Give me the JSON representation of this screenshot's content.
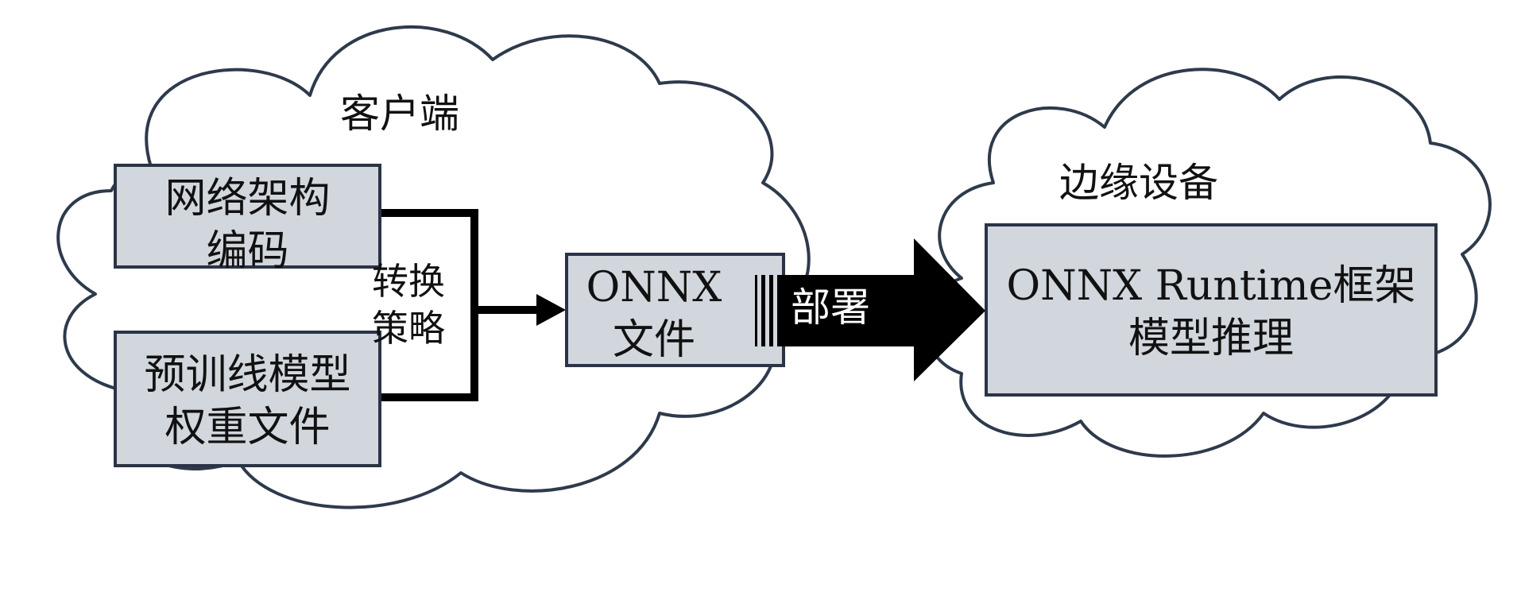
{
  "clouds": {
    "client": {
      "title": "客户端"
    },
    "edge": {
      "title": "边缘设备"
    }
  },
  "boxes": {
    "network": {
      "line1": "网络架构",
      "line2": "编码"
    },
    "weights": {
      "line1": "预训线模型",
      "line2": "权重文件"
    },
    "onnx_file": {
      "line1": "ONNX",
      "line2": "文件"
    },
    "runtime": {
      "line1": "ONNX Runtime框架",
      "line2": "模型推理"
    }
  },
  "connector": {
    "line1": "转换",
    "line2": "策略"
  },
  "deploy_arrow": {
    "label": "部署"
  },
  "colors": {
    "cloud_stroke": "#2e3a4c",
    "box_fill": "#d2d6dd",
    "box_stroke": "#2a3446",
    "arrow_fill": "#000000",
    "text": "#111111"
  }
}
